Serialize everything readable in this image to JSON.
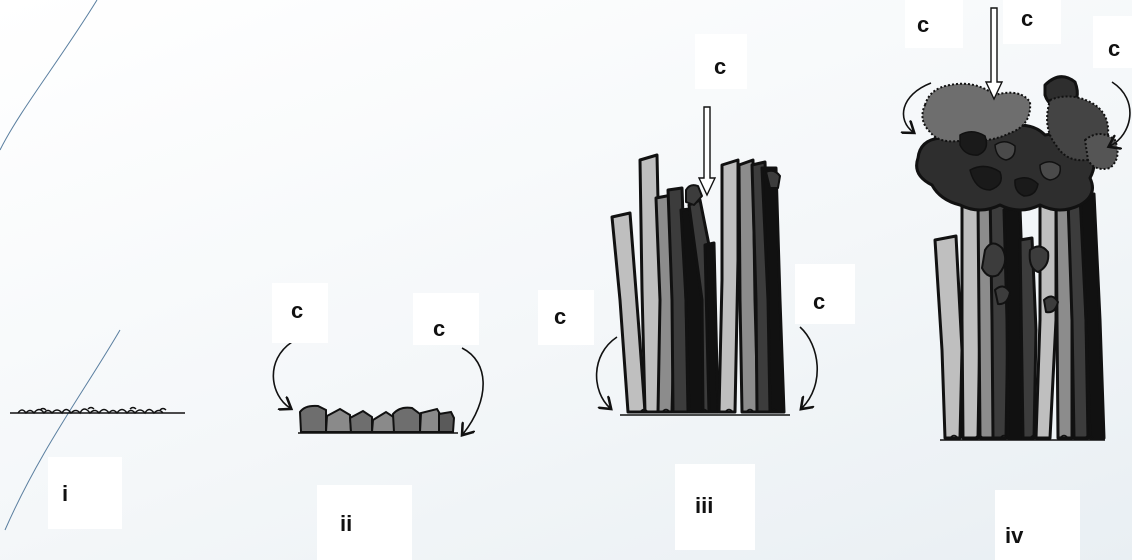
{
  "stage_labels": [
    "i",
    "ii",
    "iii",
    "iv"
  ],
  "carbon_label": "c",
  "colors": {
    "light_gray": "#bfbfbf",
    "mid_gray": "#8c8c8c",
    "dark_gray": "#3c3c3c",
    "black": "#111111",
    "background": "#f2f6f8"
  }
}
